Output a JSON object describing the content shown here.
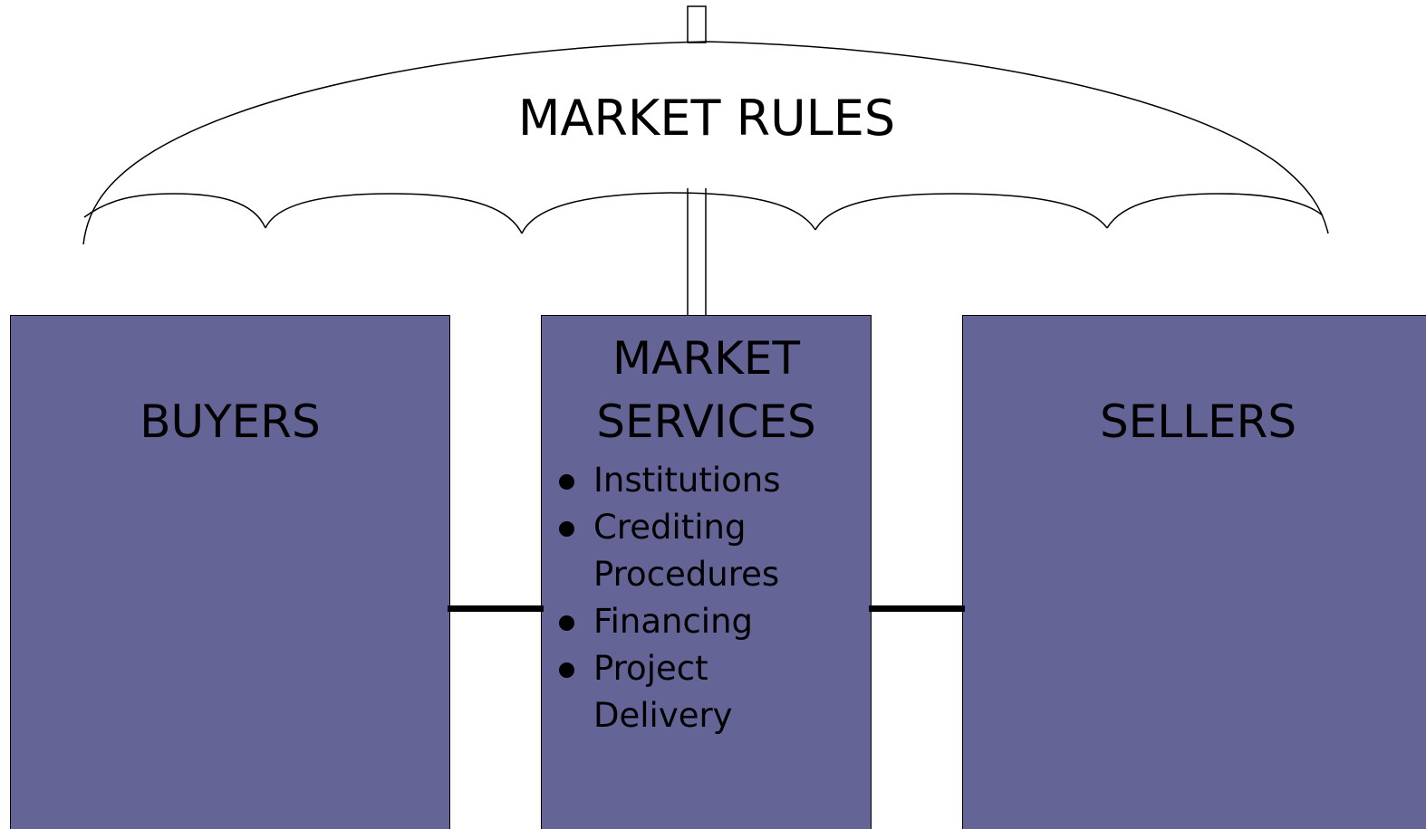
{
  "umbrella": {
    "label": "MARKET RULES"
  },
  "buyers": {
    "title": "BUYERS"
  },
  "market_services": {
    "title_line_1": "MARKET",
    "title_line_2": "SERVICES",
    "items": [
      {
        "text": "Institutions"
      },
      {
        "text": "Crediting"
      },
      {
        "text": "Procedures"
      },
      {
        "text": "Financing"
      },
      {
        "text": "Project"
      },
      {
        "text": "Delivery"
      }
    ]
  },
  "sellers": {
    "title": "SELLERS"
  },
  "colors": {
    "box_fill": "#646497",
    "line": "#000000",
    "background": "#ffffff"
  }
}
